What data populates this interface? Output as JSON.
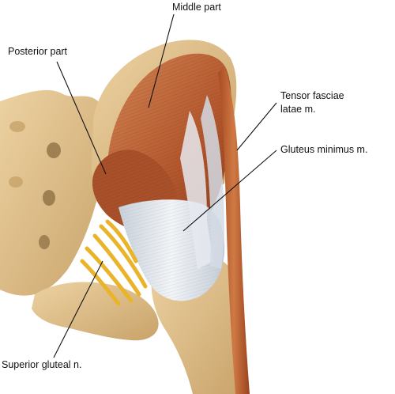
{
  "labels": {
    "middle_part": "Middle part",
    "posterior_part": "Posterior part",
    "tensor_line1": "Tensor fasciae",
    "tensor_line2": "latae m.",
    "gluteus_minimus": "Gluteus minimus m.",
    "superior_gluteal": "Superior gluteal n."
  },
  "colors": {
    "bone": "#e3c38e",
    "bone_shadow": "#bf9a62",
    "muscle": "#b45a30",
    "muscle_light": "#cf7b4c",
    "tendon": "#dfe4ea",
    "nerve": "#e9b32a",
    "leader": "#111111"
  }
}
